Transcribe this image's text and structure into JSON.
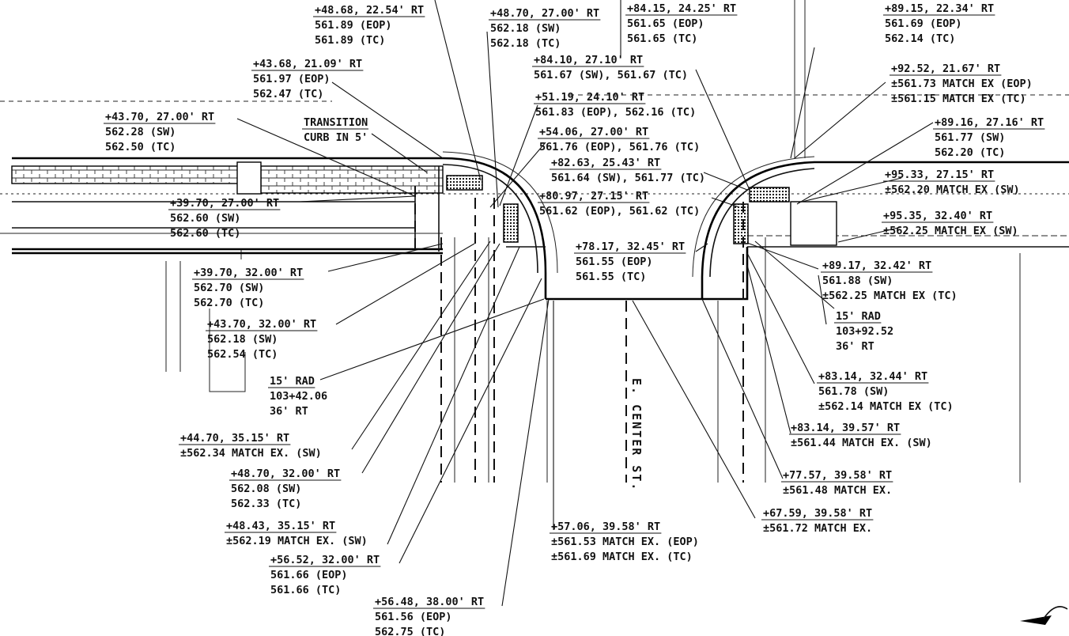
{
  "street_name": "E. CENTER ST.",
  "callouts": [
    {
      "id": "c01",
      "lines": [
        "+48.68, 22.54' RT",
        "561.89 (EOP)",
        "561.89 (TC)"
      ]
    },
    {
      "id": "c02",
      "lines": [
        "+48.70, 27.00' RT",
        "562.18 (SW)",
        "562.18 (TC)"
      ]
    },
    {
      "id": "c03",
      "lines": [
        "+84.15, 24.25' RT",
        "561.65 (EOP)",
        "561.65 (TC)"
      ]
    },
    {
      "id": "c04",
      "lines": [
        "+89.15, 22.34' RT",
        "561.69 (EOP)",
        "562.14 (TC)"
      ]
    },
    {
      "id": "c05",
      "lines": [
        "+43.68, 21.09' RT",
        "561.97 (EOP)",
        "562.47 (TC)"
      ]
    },
    {
      "id": "c06",
      "lines": [
        "+84.10, 27.10' RT",
        "561.67 (SW), 561.67 (TC)"
      ]
    },
    {
      "id": "c07",
      "lines": [
        "+92.52, 21.67' RT",
        "±561.73 MATCH EX (EOP)",
        "±561.15 MATCH EX (TC)"
      ]
    },
    {
      "id": "c08",
      "lines": [
        "+43.70, 27.00' RT",
        "562.28 (SW)",
        "562.50 (TC)"
      ]
    },
    {
      "id": "c09",
      "lines": [
        "TRANSITION",
        "CURB IN 5'"
      ]
    },
    {
      "id": "c10",
      "lines": [
        "+51.19, 24.10' RT",
        "561.83 (EOP), 562.16 (TC)"
      ]
    },
    {
      "id": "c11",
      "lines": [
        "+89.16, 27.16' RT",
        "561.77 (SW)",
        "562.20 (TC)"
      ]
    },
    {
      "id": "c12",
      "lines": [
        "+54.06, 27.00' RT",
        "561.76 (EOP), 561.76 (TC)"
      ]
    },
    {
      "id": "c13",
      "lines": [
        "+82.63, 25.43' RT",
        "561.64 (SW), 561.77 (TC)"
      ]
    },
    {
      "id": "c14",
      "lines": [
        "+95.33, 27.15' RT",
        "±562.20 MATCH EX (SW)"
      ]
    },
    {
      "id": "c15",
      "lines": [
        "+80.97, 27.15' RT",
        "561.62 (EOP), 561.62 (TC)"
      ]
    },
    {
      "id": "c16",
      "lines": [
        "+39.70, 27.00' RT",
        "562.60 (SW)",
        "562.60 (TC)"
      ]
    },
    {
      "id": "c17",
      "lines": [
        "+95.35, 32.40' RT",
        "±562.25 MATCH EX (SW)"
      ]
    },
    {
      "id": "c18",
      "lines": [
        "+78.17, 32.45' RT",
        "561.55 (EOP)",
        "561.55 (TC)"
      ]
    },
    {
      "id": "c19",
      "lines": [
        "+39.70, 32.00' RT",
        "562.70 (SW)",
        "562.70 (TC)"
      ]
    },
    {
      "id": "c20",
      "lines": [
        "+89.17, 32.42' RT",
        "561.88 (SW)",
        "±562.25 MATCH EX (TC)"
      ]
    },
    {
      "id": "c21",
      "lines": [
        "+43.70, 32.00' RT",
        "562.18 (SW)",
        "562.54 (TC)"
      ]
    },
    {
      "id": "c22",
      "lines": [
        "15' RAD",
        "103+92.52",
        "36' RT"
      ]
    },
    {
      "id": "c23",
      "lines": [
        "15' RAD",
        "103+42.06",
        "36' RT"
      ]
    },
    {
      "id": "c24",
      "lines": [
        "+83.14, 32.44' RT",
        "561.78 (SW)",
        "±562.14 MATCH EX (TC)"
      ]
    },
    {
      "id": "c25",
      "lines": [
        "+44.70, 35.15' RT",
        "±562.34 MATCH EX. (SW)"
      ]
    },
    {
      "id": "c26",
      "lines": [
        "+83.14, 39.57' RT",
        "±561.44 MATCH EX. (SW)"
      ]
    },
    {
      "id": "c27",
      "lines": [
        "+48.70, 32.00' RT",
        "562.08 (SW)",
        "562.33 (TC)"
      ]
    },
    {
      "id": "c28",
      "lines": [
        "+77.57, 39.58' RT",
        "±561.48 MATCH EX."
      ]
    },
    {
      "id": "c29",
      "lines": [
        "+48.43, 35.15' RT",
        "±562.19 MATCH EX. (SW)"
      ]
    },
    {
      "id": "c30",
      "lines": [
        "+57.06, 39.58' RT",
        "±561.53 MATCH EX. (EOP)",
        "±561.69 MATCH EX. (TC)"
      ]
    },
    {
      "id": "c31",
      "lines": [
        "+67.59, 39.58' RT",
        "±561.72 MATCH EX."
      ]
    },
    {
      "id": "c32",
      "lines": [
        "+56.52, 32.00' RT",
        "561.66 (EOP)",
        "561.66 (TC)"
      ]
    },
    {
      "id": "c33",
      "lines": [
        "+56.48, 38.00' RT",
        "561.56 (EOP)",
        "562.75 (TC)"
      ]
    }
  ]
}
